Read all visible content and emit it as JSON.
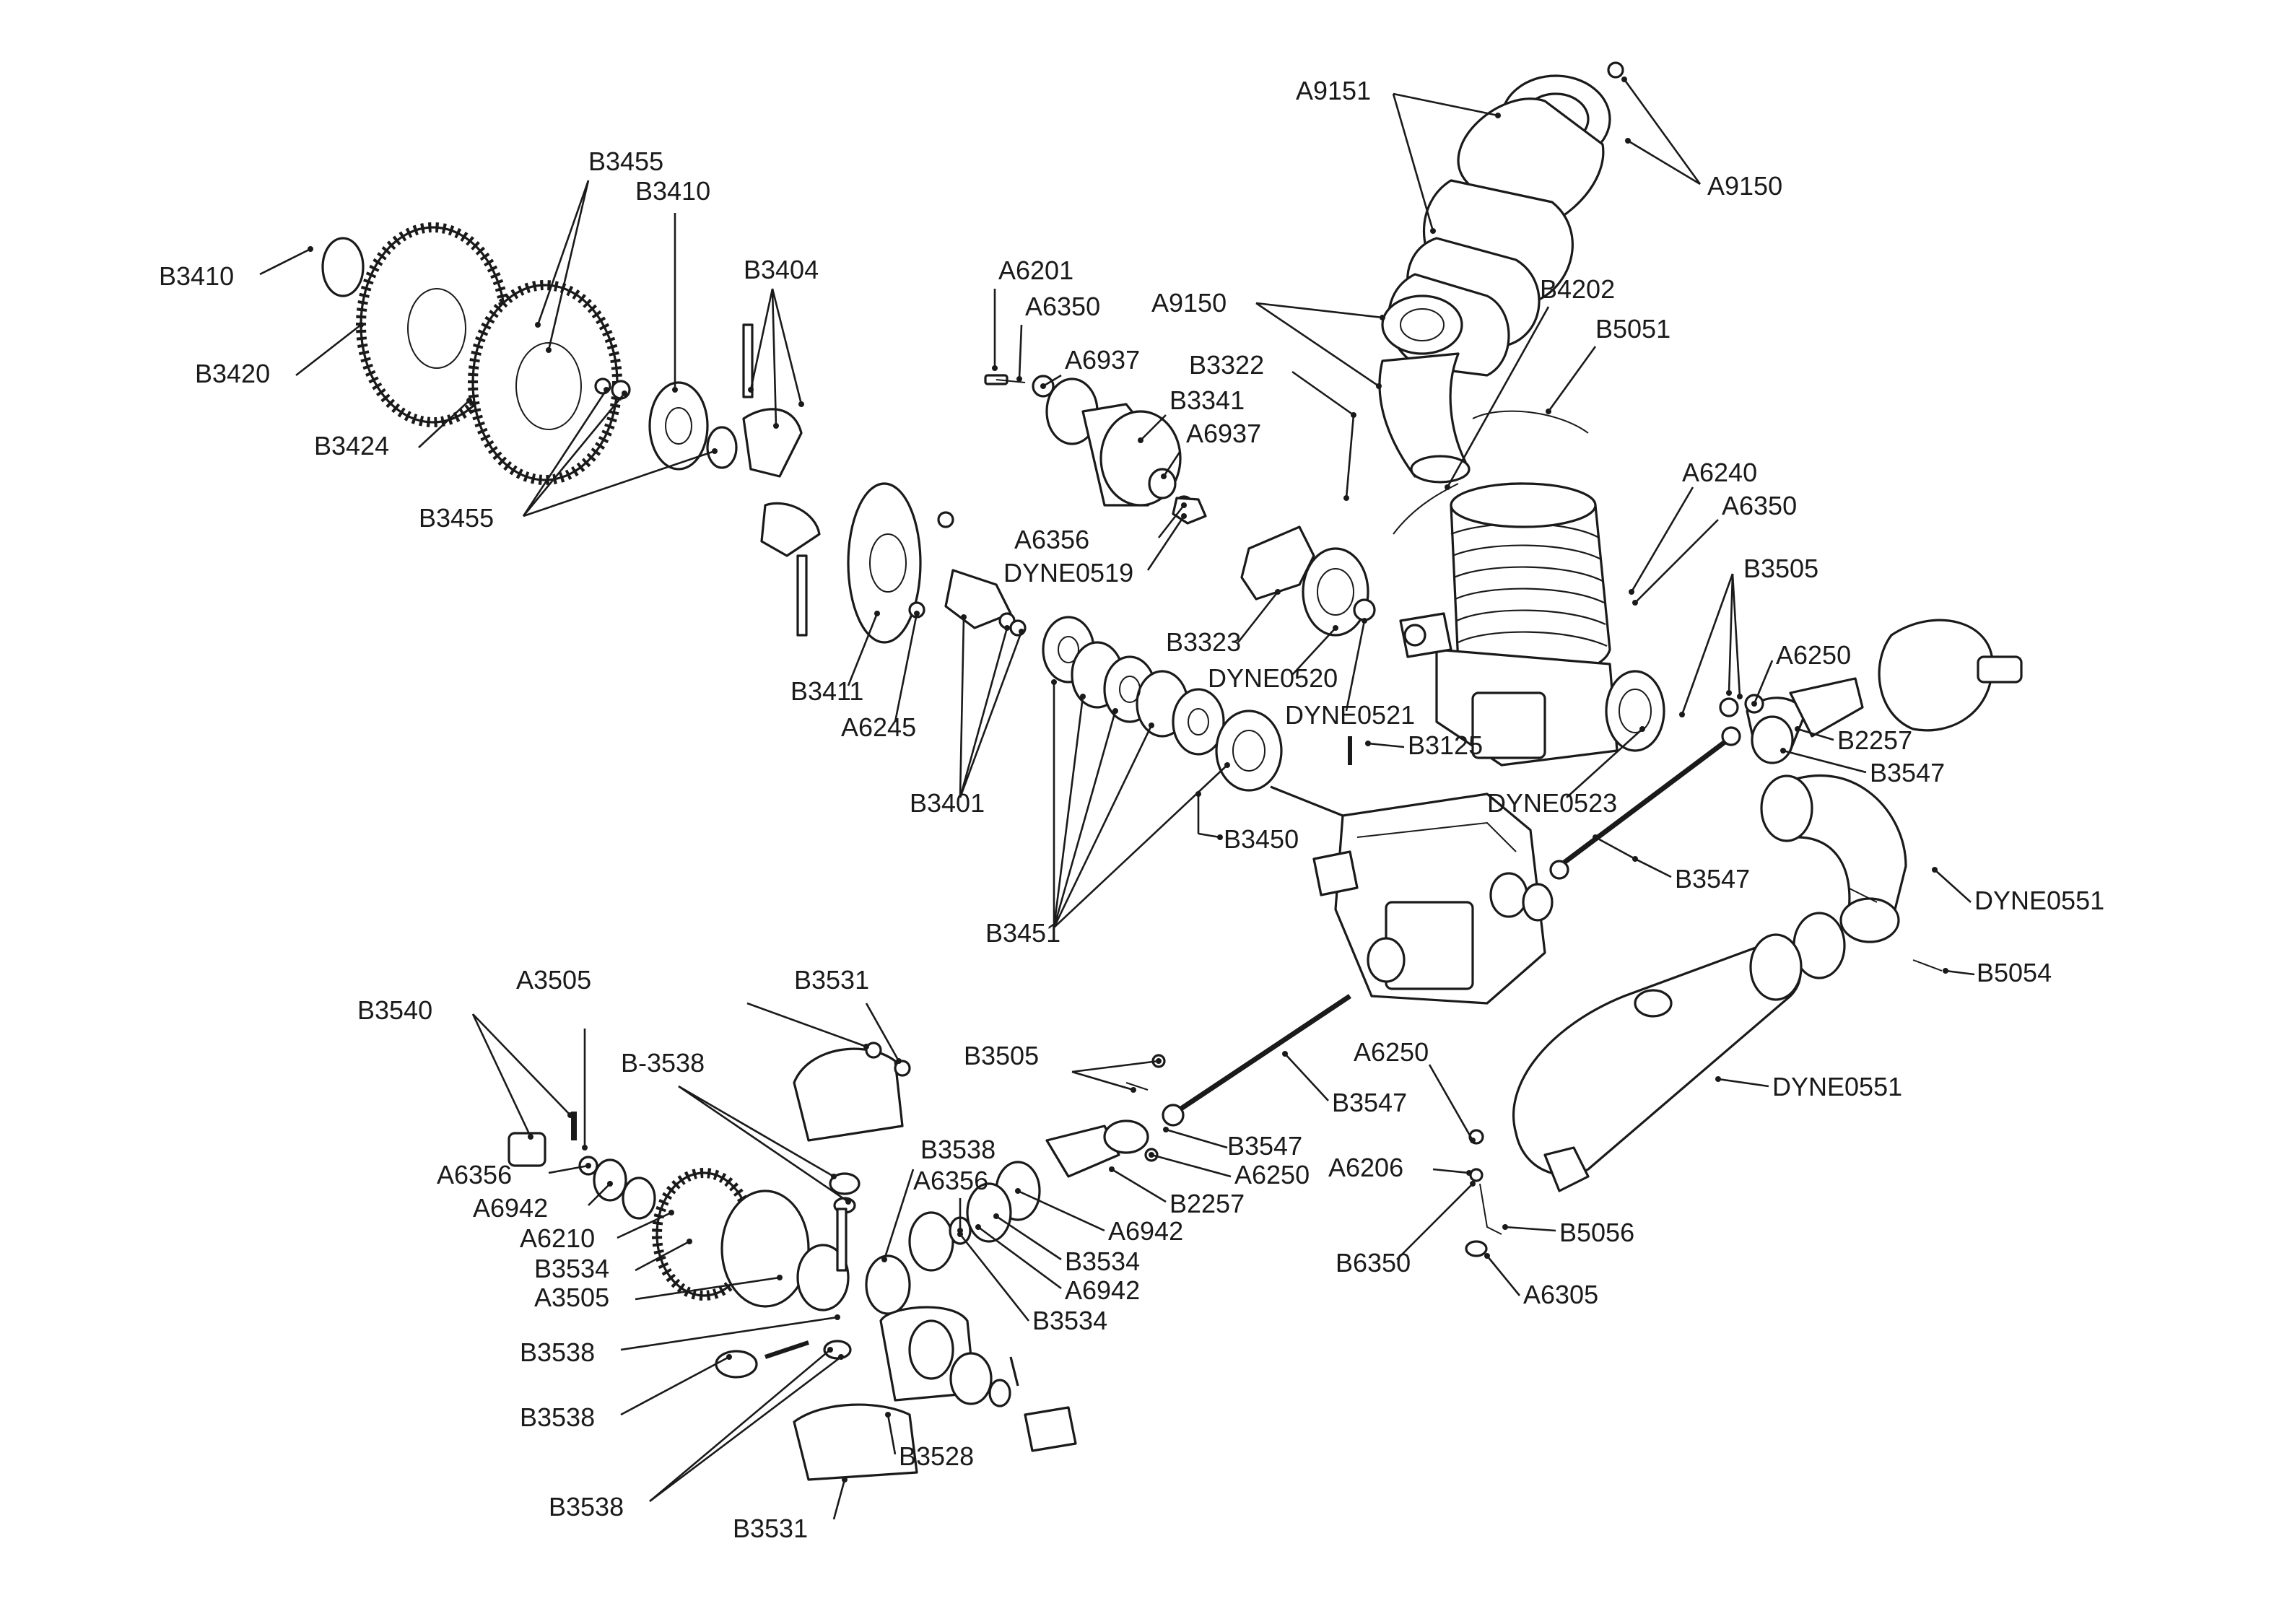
{
  "colors": {
    "ink": "#1a1a1a",
    "paper": "#ffffff",
    "shade": "#e8e8e8"
  },
  "labels": [
    {
      "id": "A9151_top",
      "text": "A9151"
    },
    {
      "id": "A9150_right",
      "text": "A9150"
    },
    {
      "id": "A9150_left",
      "text": "A9150"
    },
    {
      "id": "B4202",
      "text": "B4202"
    },
    {
      "id": "B5051",
      "text": "B5051"
    },
    {
      "id": "B3322",
      "text": "B3322"
    },
    {
      "id": "A6201",
      "text": "A6201"
    },
    {
      "id": "A6350_upper",
      "text": "A6350"
    },
    {
      "id": "A6937_upper",
      "text": "A6937"
    },
    {
      "id": "B3341",
      "text": "B3341"
    },
    {
      "id": "A6937_lower",
      "text": "A6937"
    },
    {
      "id": "A6356_upper",
      "text": "A6356"
    },
    {
      "id": "DYNE0519",
      "text": "DYNE0519"
    },
    {
      "id": "B3455_top",
      "text": "B3455"
    },
    {
      "id": "B3410_top",
      "text": "B3410"
    },
    {
      "id": "B3404",
      "text": "B3404"
    },
    {
      "id": "B3410_left",
      "text": "B3410"
    },
    {
      "id": "B3420",
      "text": "B3420"
    },
    {
      "id": "B3424",
      "text": "B3424"
    },
    {
      "id": "B3455_left",
      "text": "B3455"
    },
    {
      "id": "A6240",
      "text": "A6240"
    },
    {
      "id": "A6350_right",
      "text": "A6350"
    },
    {
      "id": "B3505_upper",
      "text": "B3505"
    },
    {
      "id": "A6250_upper",
      "text": "A6250"
    },
    {
      "id": "B2257_upper",
      "text": "B2257"
    },
    {
      "id": "B3547_upper",
      "text": "B3547"
    },
    {
      "id": "B3323",
      "text": "B3323"
    },
    {
      "id": "DYNE0520",
      "text": "DYNE0520"
    },
    {
      "id": "DYNE0521",
      "text": "DYNE0521"
    },
    {
      "id": "B3125",
      "text": "B3125"
    },
    {
      "id": "DYNE0523",
      "text": "DYNE0523"
    },
    {
      "id": "B3411",
      "text": "B3411"
    },
    {
      "id": "A6245",
      "text": "A6245"
    },
    {
      "id": "B3401",
      "text": "B3401"
    },
    {
      "id": "B3450",
      "text": "B3450"
    },
    {
      "id": "B3451",
      "text": "B3451"
    },
    {
      "id": "B3547_mid",
      "text": "B3547"
    },
    {
      "id": "DYNE0551_upper",
      "text": "DYNE0551"
    },
    {
      "id": "B5054",
      "text": "B5054"
    },
    {
      "id": "B3540",
      "text": "B3540"
    },
    {
      "id": "A3505_upper",
      "text": "A3505"
    },
    {
      "id": "B3531_upper",
      "text": "B3531"
    },
    {
      "id": "B-3538",
      "text": "B-3538"
    },
    {
      "id": "B3505_lower",
      "text": "B3505"
    },
    {
      "id": "A6250_lower",
      "text": "A6250"
    },
    {
      "id": "B3547_lower",
      "text": "B3547"
    },
    {
      "id": "DYNE0551_lower",
      "text": "DYNE0551"
    },
    {
      "id": "B3538_upper",
      "text": "B3538"
    },
    {
      "id": "A6356_mid",
      "text": "A6356"
    },
    {
      "id": "B3547_ring",
      "text": "B3547"
    },
    {
      "id": "A6250_ring",
      "text": "A6250"
    },
    {
      "id": "B2257_lower",
      "text": "B2257"
    },
    {
      "id": "A6942_right1",
      "text": "A6942"
    },
    {
      "id": "B3534_right1",
      "text": "B3534"
    },
    {
      "id": "A6942_right2",
      "text": "A6942"
    },
    {
      "id": "B3534_right2",
      "text": "B3534"
    },
    {
      "id": "A6356_left",
      "text": "A6356"
    },
    {
      "id": "A6942_left",
      "text": "A6942"
    },
    {
      "id": "A6210",
      "text": "A6210"
    },
    {
      "id": "B3534_left",
      "text": "B3534"
    },
    {
      "id": "A3505_lower",
      "text": "A3505"
    },
    {
      "id": "B3538_a",
      "text": "B3538"
    },
    {
      "id": "B3538_b",
      "text": "B3538"
    },
    {
      "id": "B3538_c",
      "text": "B3538"
    },
    {
      "id": "B3528",
      "text": "B3528"
    },
    {
      "id": "B3531_lower",
      "text": "B3531"
    },
    {
      "id": "A6206",
      "text": "A6206"
    },
    {
      "id": "B5056",
      "text": "B5056"
    },
    {
      "id": "B6350",
      "text": "B6350"
    },
    {
      "id": "A6305",
      "text": "A6305"
    }
  ]
}
